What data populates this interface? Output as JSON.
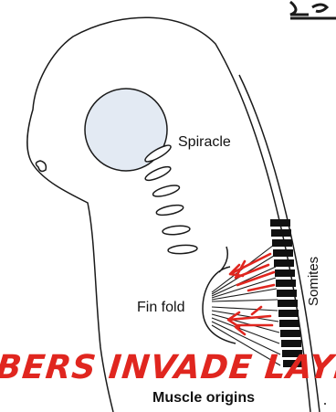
{
  "labels": {
    "spiracle": "Spiracle",
    "fin_fold": "Fin fold",
    "somites": "Somites",
    "muscle_origins": "Muscle origins"
  },
  "annotation": {
    "text": "BERS INVADE LAYE",
    "color": "#e0261f"
  },
  "colors": {
    "line": "#1a1a1a",
    "eye_fill": "#e3eaf3",
    "somite": "#111111",
    "arrows": "#e0261f"
  }
}
